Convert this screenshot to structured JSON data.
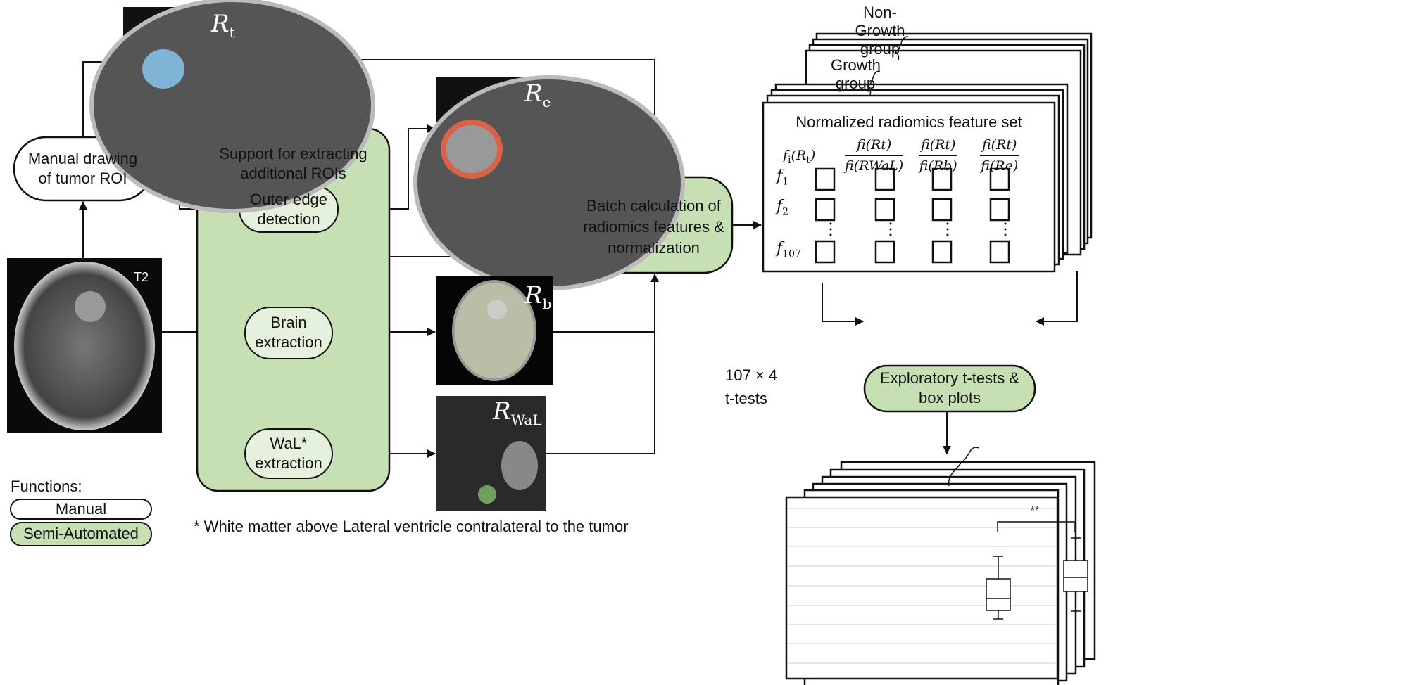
{
  "images": {
    "t2": {
      "label": "T2"
    },
    "rt": {
      "label": "R",
      "sub": "t"
    },
    "re": {
      "label": "R",
      "sub": "e"
    },
    "rb": {
      "label": "R",
      "sub": "b"
    },
    "rwal": {
      "label": "R",
      "sub": "WaL"
    }
  },
  "nodes": {
    "manual_drawing": "Manual drawing of tumor ROI",
    "support_title": "Support for extracting additional ROIs",
    "outer_edge": "Outer edge detection",
    "brain_extraction": "Brain extraction",
    "wal_extraction": "WaL* extraction",
    "batch": "Batch calculation of radiomics features & normalization",
    "exploratory": "Exploratory t-tests & box plots"
  },
  "feature_set": {
    "non_growth_label": "Non-Growth group",
    "growth_label": "Growth group",
    "title": "Normalized  radiomics feature set",
    "columns": [
      {
        "num": "f",
        "num_sub": "i",
        "num_arg": "(R",
        "num_arg_sub": "t",
        "den": ""
      },
      {
        "num": "fi(Rt)",
        "den": "fi(RWaL)"
      },
      {
        "num": "fi(Rt)",
        "den": "fi(Rb)"
      },
      {
        "num": "fi(Rt)",
        "den": "fi(Re)"
      }
    ],
    "rows": [
      "1",
      "2",
      "107"
    ]
  },
  "ttests": {
    "label_line1": "107 × 4",
    "label_line2": "t-tests",
    "significance": "**"
  },
  "legend": {
    "title": "Functions:",
    "manual": "Manual",
    "semi": "Semi-Automated"
  },
  "footnote": "* White matter above Lateral ventricle contralateral to the tumor",
  "colors": {
    "green": "#c6e0b4",
    "tumor_blue": "#7fb4d6",
    "tumor_red": "#d9634a",
    "wal_green": "#6fa060"
  }
}
